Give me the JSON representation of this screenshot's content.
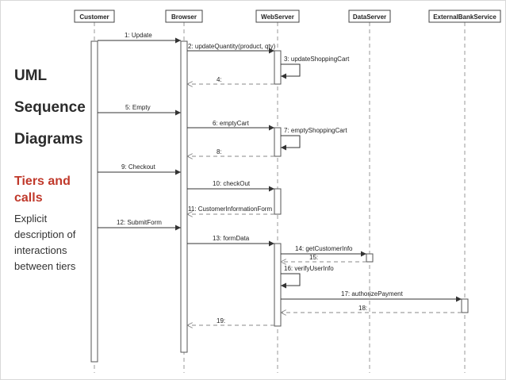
{
  "sidebar": {
    "title_lines": [
      "UML",
      "Sequence",
      "Diagrams"
    ],
    "accent_lines": [
      "Tiers and",
      "calls"
    ],
    "description_lines": [
      "Explicit",
      "description of",
      "interactions",
      "between tiers"
    ]
  },
  "diagram": {
    "participants": [
      "Customer",
      "Browser",
      "WebServer",
      "DataServer",
      "ExternalBankService"
    ],
    "messages": [
      {
        "label": "1: Update"
      },
      {
        "label": "2: updateQuantity(product, qty)"
      },
      {
        "label": "3: updateShoppingCart"
      },
      {
        "label": "4:"
      },
      {
        "label": "5: Empty"
      },
      {
        "label": "6: emptyCart"
      },
      {
        "label": "7: emptyShoppingCart"
      },
      {
        "label": "8:"
      },
      {
        "label": "9: Checkout"
      },
      {
        "label": "10: checkOut"
      },
      {
        "label": "11: CustomerInformationForm"
      },
      {
        "label": "12: SubmitForm"
      },
      {
        "label": "13: formData"
      },
      {
        "label": "14: getCustomerInfo"
      },
      {
        "label": "15:"
      },
      {
        "label": "16: verifyUserInfo"
      },
      {
        "label": "17: authorizePayment"
      },
      {
        "label": "18:"
      },
      {
        "label": "19:"
      }
    ]
  },
  "colors": {
    "accent": "#c0392b",
    "line": "#333333",
    "lifeline": "#9a9a9a",
    "activation_fill": "#ffffff"
  }
}
